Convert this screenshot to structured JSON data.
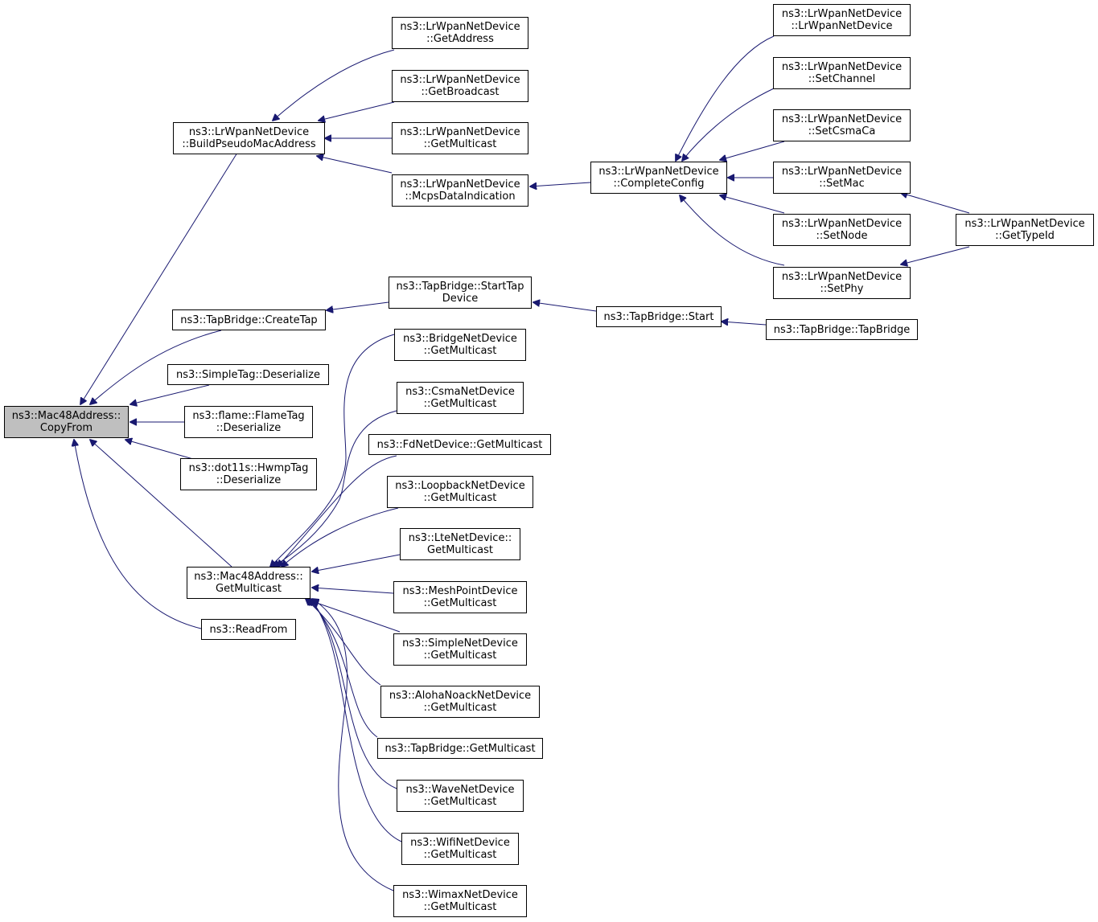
{
  "colors": {
    "edge": "#191970",
    "border": "#000000",
    "root_fill": "#bfbfbf",
    "node_fill": "#ffffff"
  },
  "nodes": {
    "root": {
      "l1": "ns3::Mac48Address::",
      "l2": "CopyFrom"
    },
    "build_pseudo": {
      "l1": "ns3::LrWpanNetDevice",
      "l2": "::BuildPseudoMacAddress"
    },
    "lr_getaddress": {
      "l1": "ns3::LrWpanNetDevice",
      "l2": "::GetAddress"
    },
    "lr_getbroadcast": {
      "l1": "ns3::LrWpanNetDevice",
      "l2": "::GetBroadcast"
    },
    "lr_getmulticast": {
      "l1": "ns3::LrWpanNetDevice",
      "l2": "::GetMulticast"
    },
    "lr_mcps": {
      "l1": "ns3::LrWpanNetDevice",
      "l2": "::McpsDataIndication"
    },
    "lr_complete": {
      "l1": "ns3::LrWpanNetDevice",
      "l2": "::CompleteConfig"
    },
    "lr_ctor": {
      "l1": "ns3::LrWpanNetDevice",
      "l2": "::LrWpanNetDevice"
    },
    "lr_setchannel": {
      "l1": "ns3::LrWpanNetDevice",
      "l2": "::SetChannel"
    },
    "lr_setcsmaca": {
      "l1": "ns3::LrWpanNetDevice",
      "l2": "::SetCsmaCa"
    },
    "lr_setmac": {
      "l1": "ns3::LrWpanNetDevice",
      "l2": "::SetMac"
    },
    "lr_setnode": {
      "l1": "ns3::LrWpanNetDevice",
      "l2": "::SetNode"
    },
    "lr_setphy": {
      "l1": "ns3::LrWpanNetDevice",
      "l2": "::SetPhy"
    },
    "lr_gettypeid": {
      "l1": "ns3::LrWpanNetDevice",
      "l2": "::GetTypeId"
    },
    "tb_createtap": {
      "l1": "ns3::TapBridge::CreateTap"
    },
    "tb_starttap": {
      "l1": "ns3::TapBridge::StartTap",
      "l2": "Device"
    },
    "tb_start": {
      "l1": "ns3::TapBridge::Start"
    },
    "tb_tapbridge": {
      "l1": "ns3::TapBridge::TapBridge"
    },
    "simpletag": {
      "l1": "ns3::SimpleTag::Deserialize"
    },
    "flametag": {
      "l1": "ns3::flame::FlameTag",
      "l2": "::Deserialize"
    },
    "hwmptag": {
      "l1": "ns3::dot11s::HwmpTag",
      "l2": "::Deserialize"
    },
    "mac_getmulticast": {
      "l1": "ns3::Mac48Address::",
      "l2": "GetMulticast"
    },
    "readfrom": {
      "l1": "ns3::ReadFrom"
    },
    "bridge": {
      "l1": "ns3::BridgeNetDevice",
      "l2": "::GetMulticast"
    },
    "csma": {
      "l1": "ns3::CsmaNetDevice",
      "l2": "::GetMulticast"
    },
    "fd": {
      "l1": "ns3::FdNetDevice::GetMulticast"
    },
    "loopback": {
      "l1": "ns3::LoopbackNetDevice",
      "l2": "::GetMulticast"
    },
    "lte": {
      "l1": "ns3::LteNetDevice::",
      "l2": "GetMulticast"
    },
    "meshpoint": {
      "l1": "ns3::MeshPointDevice",
      "l2": "::GetMulticast"
    },
    "simplenet": {
      "l1": "ns3::SimpleNetDevice",
      "l2": "::GetMulticast"
    },
    "aloha": {
      "l1": "ns3::AlohaNoackNetDevice",
      "l2": "::GetMulticast"
    },
    "tb_getmulticast": {
      "l1": "ns3::TapBridge::GetMulticast"
    },
    "wave": {
      "l1": "ns3::WaveNetDevice",
      "l2": "::GetMulticast"
    },
    "wifi": {
      "l1": "ns3::WifiNetDevice",
      "l2": "::GetMulticast"
    },
    "wimax": {
      "l1": "ns3::WimaxNetDevice",
      "l2": "::GetMulticast"
    }
  }
}
